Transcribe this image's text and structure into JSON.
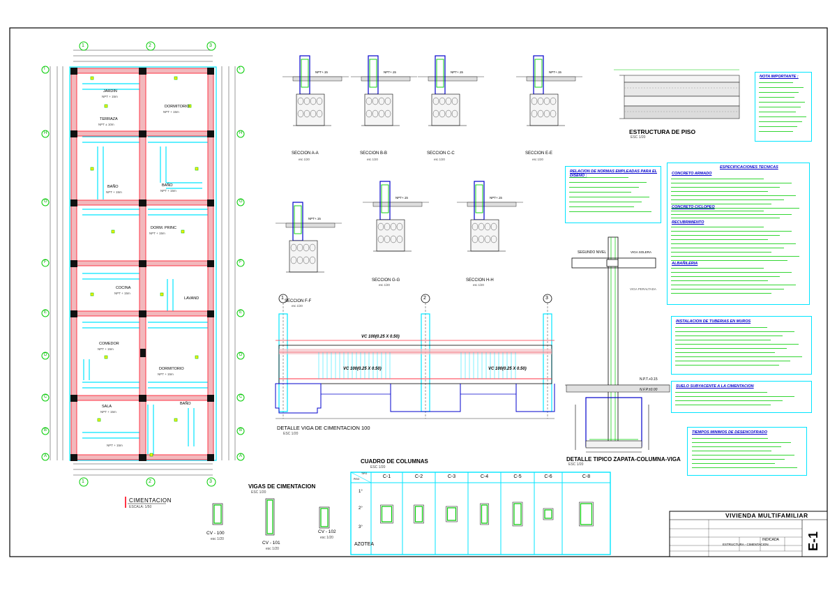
{
  "plan": {
    "axes_numbers": [
      "1",
      "2",
      "3"
    ],
    "axes_letters": [
      "I",
      "H",
      "G",
      "F",
      "E",
      "D",
      "C",
      "B",
      "A"
    ],
    "rooms": [
      {
        "name": "JARDIN",
        "npt": "NPT + 15m"
      },
      {
        "name": "DORMITORIO",
        "npt": "NPT + 15m"
      },
      {
        "name": "TERRAZA",
        "npt": "NPT ± 10m"
      },
      {
        "name": "BAÑO",
        "npt": "NPT + 15m"
      },
      {
        "name": "BAÑO",
        "npt": "NPT + 15m"
      },
      {
        "name": "DORM. PRINC",
        "npt": "NPT + 15m"
      },
      {
        "name": "COCINA",
        "npt": "NPT + 15m"
      },
      {
        "name": "LAVAND",
        "npt": ""
      },
      {
        "name": "COMEDOR",
        "npt": "NPT + 15m"
      },
      {
        "name": "DORMITORIO",
        "npt": "NPT + 15m"
      },
      {
        "name": "SALA",
        "npt": "NPT + 15m"
      },
      {
        "name": "BAÑO",
        "npt": ""
      },
      {
        "name": "",
        "npt": "NPT + 15m"
      }
    ],
    "title": "CIMENTACION",
    "scale": "ESCALA: 1/50"
  },
  "sections": [
    {
      "title": "SECCION A-A",
      "scale": "esc 1/20",
      "npt": "NPT+.15"
    },
    {
      "title": "SECCION B-B",
      "scale": "esc 1/20",
      "npt": "NPT+.15"
    },
    {
      "title": "SECCION C-C",
      "scale": "esc 1/20",
      "npt": "NPT+.15"
    },
    {
      "title": "SECCION E-E",
      "scale": "esc 1/20",
      "npt": "NPT+.15"
    },
    {
      "title": "SECCION F-F",
      "scale": "esc 1/20",
      "npt": "NPT+.15"
    },
    {
      "title": "SECCION G-G",
      "scale": "esc 1/20",
      "npt": "NPT+.15"
    },
    {
      "title": "SECCION H-H",
      "scale": "esc 1/20",
      "npt": "NPT+.15"
    }
  ],
  "floor": {
    "title": "ESTRUCTURA DE PISO",
    "scale": "ESC 1/20"
  },
  "beam": {
    "title": "DETALLE VIGA DE CIMENTACION 100",
    "scale": "ESC 1/20",
    "axes": [
      "1",
      "2",
      "3"
    ],
    "labels": [
      "VC 100(0.25 X 0.50)",
      "VC 100(0.25 X 0.50)",
      "VC 100(0.25 X 0.50)"
    ]
  },
  "zapata": {
    "title": "DETALLE TIPICO ZAPATA-COLUMNA-VIGA",
    "scale": "ESC 1/20",
    "segundo": "SEGUNDO NIVEL",
    "viga": "VIGA SOLERA",
    "peraltada": "VIGA PERALTADA",
    "npt": "N.P.T.+0.15",
    "nfp": "N.F.P.±0.00"
  },
  "vigas": {
    "title": "VIGAS DE CIMENTACION",
    "scale": "ESC 1/20",
    "items": [
      {
        "name": "CV - 100",
        "scale": "esc 1/20"
      },
      {
        "name": "CV - 101",
        "scale": "esc 1/20"
      },
      {
        "name": "CV - 102",
        "scale": "esc 1/20"
      }
    ]
  },
  "columns_table": {
    "title": "CUADRO DE COLUMNAS",
    "scale": "ESC 1/20",
    "corner_top": "TIPO",
    "corner_bottom": "PISO",
    "types": [
      "C-1",
      "C-2",
      "C-3",
      "C-4",
      "C-5",
      "C-6",
      "C-8"
    ],
    "floors": [
      "1°",
      "2°",
      "3°",
      "AZOTEA"
    ]
  },
  "notes": {
    "important_title": "NOTA IMPORTANTE :",
    "norms_title": "RELACION DE NORMAS EMPLEADAS PARA EL DISEÑO :",
    "specs_title": "ESPECIFICACIONES TECNICAS",
    "concreto_armado": "CONCRETO ARMADO",
    "concreto_ciclopeo": "CONCRETO CICLOPEO",
    "recubrimiento": "RECUBRIMIENTO",
    "albanileria": "ALBAÑILERIA",
    "tuberias_title": "INSTALACION DE TUBERIAS EN MUROS",
    "suelo_title": "SUELO SUBYACENTE A LA CIMENTACION",
    "tiempos_title": "TIEMPOS MINIMOS DE DESENCOFRADO"
  },
  "title_block": {
    "project": "VIVIENDA MULTIFAMILIAR",
    "drawing": "ESTRUCTURA - CIMENTACION",
    "sheet": "E-1",
    "field_indicada": "INDICADA"
  },
  "colors": {
    "beam": "#ff3344",
    "beam_fill": "#f2b8bc",
    "wall": "#00e5ff",
    "rebar": "#00cc00",
    "text_blue": "#0000cc"
  }
}
